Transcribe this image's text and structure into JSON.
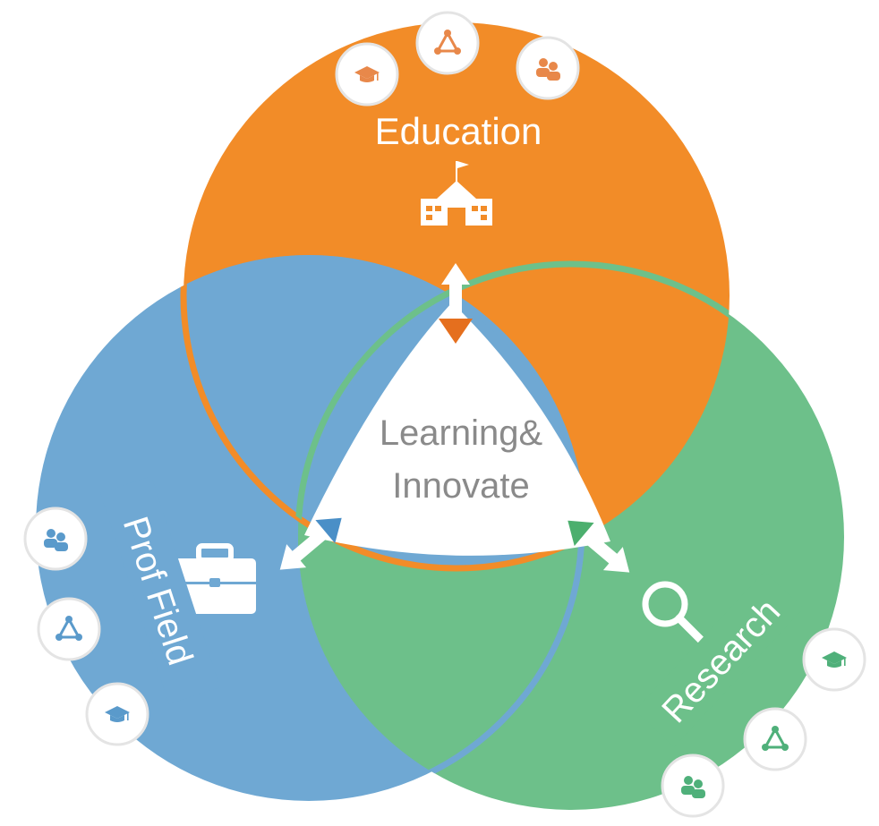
{
  "labels": {
    "education": "Education",
    "prof_field": "Prof Field",
    "research": "Research",
    "center_line1": "Learning&",
    "center_line2": "Innovate"
  },
  "colors": {
    "education": "#F28C28",
    "prof_field": "#6FA8D3",
    "research": "#6DC08A",
    "center_text": "#8a8a8a",
    "icon_ring": "#e4e4e4",
    "icon_fill": "#E8884A"
  },
  "icons": {
    "education_group": [
      "graduation-cap-icon",
      "network-icon",
      "people-icon",
      "school-building-icon"
    ],
    "prof_field_group": [
      "people-icon",
      "network-icon",
      "graduation-cap-icon",
      "briefcase-icon"
    ],
    "research_group": [
      "graduation-cap-icon",
      "network-icon",
      "people-icon",
      "magnifier-icon"
    ]
  }
}
